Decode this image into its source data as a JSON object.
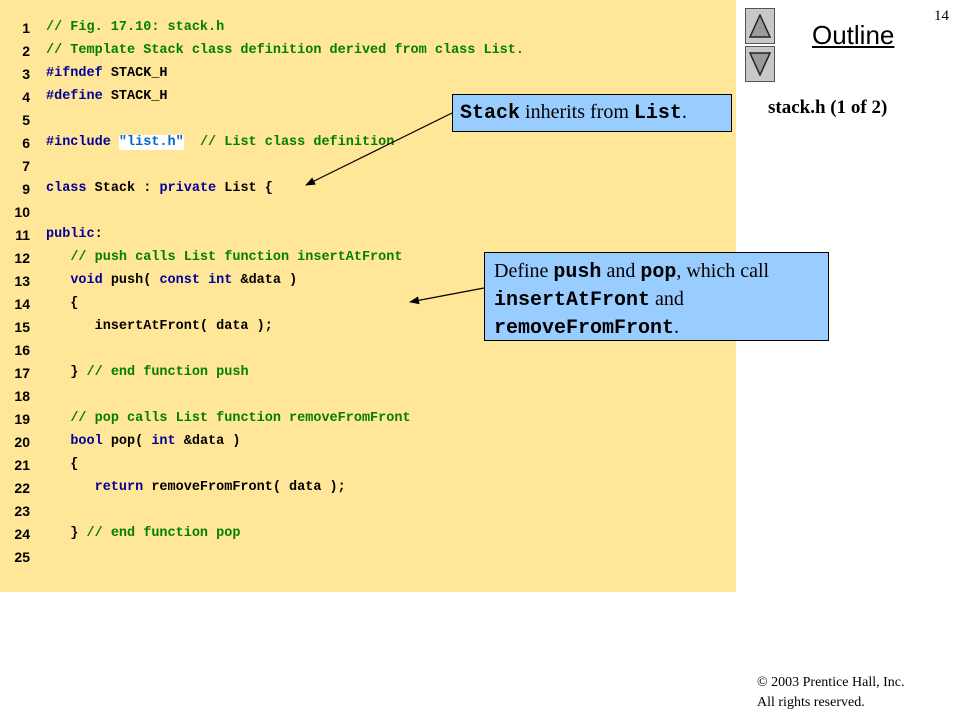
{
  "slide_number": "14",
  "outline_title": "Outline",
  "file_label": "stack.h (1 of 2)",
  "nav": {
    "up_icon": "triangle-up-icon",
    "down_icon": "triangle-down-icon"
  },
  "code_lines": [
    {
      "num": "1",
      "tokens": [
        {
          "t": "// Fig. 17.10: stack.h",
          "c": "comment"
        }
      ]
    },
    {
      "num": "2",
      "tokens": [
        {
          "t": "// Template Stack class definition derived from class List.",
          "c": "comment"
        }
      ]
    },
    {
      "num": "3",
      "tokens": [
        {
          "t": "#ifndef",
          "c": "keyword"
        },
        {
          "t": " STACK_H",
          "c": "plain"
        }
      ]
    },
    {
      "num": "4",
      "tokens": [
        {
          "t": "#define",
          "c": "keyword"
        },
        {
          "t": " STACK_H",
          "c": "plain"
        }
      ]
    },
    {
      "num": "5",
      "tokens": []
    },
    {
      "num": "6",
      "tokens": [
        {
          "t": "#include",
          "c": "keyword"
        },
        {
          "t": " ",
          "c": "plain"
        },
        {
          "t": "\"list.h\"",
          "c": "string"
        },
        {
          "t": "  ",
          "c": "plain"
        },
        {
          "t": "// List class definition",
          "c": "comment"
        }
      ]
    },
    {
      "num": "7",
      "tokens": []
    },
    {
      "num": "9",
      "tokens": [
        {
          "t": "class",
          "c": "keyword"
        },
        {
          "t": " Stack : ",
          "c": "plain"
        },
        {
          "t": "private",
          "c": "keyword"
        },
        {
          "t": " List {",
          "c": "plain"
        }
      ]
    },
    {
      "num": "10",
      "tokens": []
    },
    {
      "num": "11",
      "tokens": [
        {
          "t": "public",
          "c": "keyword"
        },
        {
          "t": ":",
          "c": "plain"
        }
      ]
    },
    {
      "num": "12",
      "tokens": [
        {
          "t": "   ",
          "c": "plain"
        },
        {
          "t": "// push calls List function insertAtFront",
          "c": "comment"
        }
      ]
    },
    {
      "num": "13",
      "tokens": [
        {
          "t": "   ",
          "c": "plain"
        },
        {
          "t": "void",
          "c": "keyword"
        },
        {
          "t": " push( ",
          "c": "plain"
        },
        {
          "t": "const",
          "c": "keyword"
        },
        {
          "t": " ",
          "c": "plain"
        },
        {
          "t": "int",
          "c": "keyword"
        },
        {
          "t": " &data )",
          "c": "plain"
        }
      ]
    },
    {
      "num": "14",
      "tokens": [
        {
          "t": "   {",
          "c": "plain"
        }
      ]
    },
    {
      "num": "15",
      "tokens": [
        {
          "t": "      insertAtFront( data );",
          "c": "plain"
        }
      ]
    },
    {
      "num": "16",
      "tokens": []
    },
    {
      "num": "17",
      "tokens": [
        {
          "t": "   } ",
          "c": "plain"
        },
        {
          "t": "// end function push",
          "c": "comment"
        }
      ]
    },
    {
      "num": "18",
      "tokens": []
    },
    {
      "num": "19",
      "tokens": [
        {
          "t": "   ",
          "c": "plain"
        },
        {
          "t": "// pop calls List function removeFromFront",
          "c": "comment"
        }
      ]
    },
    {
      "num": "20",
      "tokens": [
        {
          "t": "   ",
          "c": "plain"
        },
        {
          "t": "bool",
          "c": "keyword"
        },
        {
          "t": " pop( ",
          "c": "plain"
        },
        {
          "t": "int",
          "c": "keyword"
        },
        {
          "t": " &data )",
          "c": "plain"
        }
      ]
    },
    {
      "num": "21",
      "tokens": [
        {
          "t": "   {",
          "c": "plain"
        }
      ]
    },
    {
      "num": "22",
      "tokens": [
        {
          "t": "      ",
          "c": "plain"
        },
        {
          "t": "return",
          "c": "keyword"
        },
        {
          "t": " removeFromFront( data );",
          "c": "plain"
        }
      ]
    },
    {
      "num": "23",
      "tokens": []
    },
    {
      "num": "24",
      "tokens": [
        {
          "t": "   } ",
          "c": "plain"
        },
        {
          "t": "// end function pop",
          "c": "comment"
        }
      ]
    },
    {
      "num": "25",
      "tokens": []
    }
  ],
  "callouts": {
    "inherit": {
      "code1": "Stack",
      "text1": " inherits from ",
      "code2": "List",
      "text2": "."
    },
    "define": {
      "text1": "Define ",
      "code1": "push",
      "text2": " and ",
      "code2": "pop",
      "text3": ", which call ",
      "code3": "insertAtFront",
      "text4": " and ",
      "code4": "removeFromFront",
      "text5": "."
    }
  },
  "copyright": {
    "line1": "© 2003 Prentice Hall, Inc.",
    "line2": "All rights reserved."
  },
  "colors": {
    "code_background": "#ffe699",
    "callout_background": "#99ccff",
    "comment": "#008000",
    "keyword": "#000099",
    "string": "#0066cc"
  }
}
